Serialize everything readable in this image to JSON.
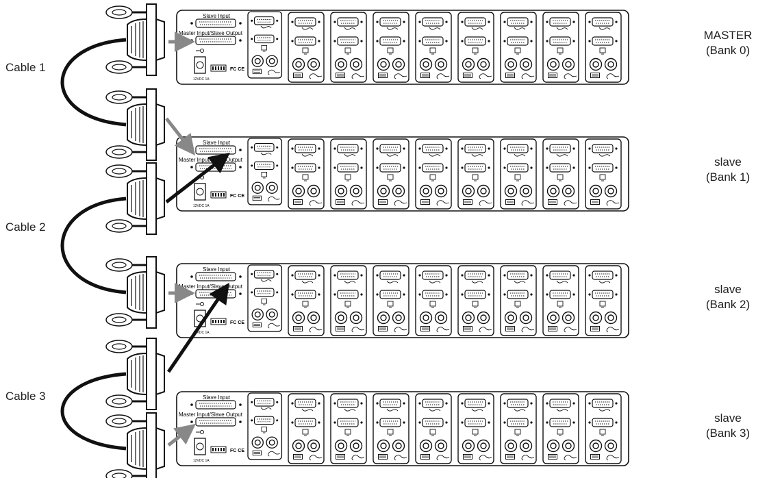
{
  "cables": [
    {
      "label": "Cable 1"
    },
    {
      "label": "Cable 2"
    },
    {
      "label": "Cable 3"
    }
  ],
  "banks": [
    {
      "role": "MASTER",
      "bank": "(Bank 0)"
    },
    {
      "role": "slave",
      "bank": "(Bank 1)"
    },
    {
      "role": "slave",
      "bank": "(Bank 2)"
    },
    {
      "role": "slave",
      "bank": "(Bank 3)"
    }
  ],
  "panel_text": {
    "slave_input": "Slave  Input",
    "master_output": "Master  Input/Slave  Output",
    "power_rating": "12VDC  1A",
    "cert_marks": "FC CE"
  },
  "computer_ports_per_unit": 8,
  "colors": {
    "arrow_master_link": "#888888",
    "arrow_slave_link": "#111111"
  }
}
